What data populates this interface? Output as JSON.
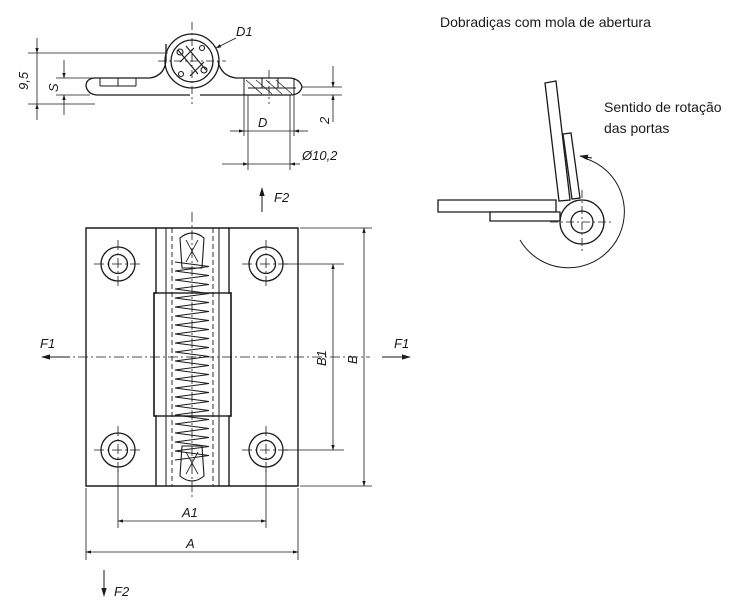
{
  "labels": {
    "title": "Dobradiças com mola de abertura",
    "rotation_line1": "Sentido de rotação",
    "rotation_line2": "das portas",
    "dim_d1": "D1",
    "dim_9_5": "9,5",
    "dim_s": "S",
    "dim_d": "D",
    "dim_2": "2",
    "dim_diam": "Ø10,2",
    "force_f2_top": "F2",
    "force_f2_bottom": "F2",
    "force_f1_left": "F1",
    "force_f1_right": "F1",
    "dim_b1": "B1",
    "dim_b": "B",
    "dim_a1": "A1",
    "dim_a": "A"
  },
  "colors": {
    "line": "#1a1a1a",
    "background": "#ffffff"
  }
}
